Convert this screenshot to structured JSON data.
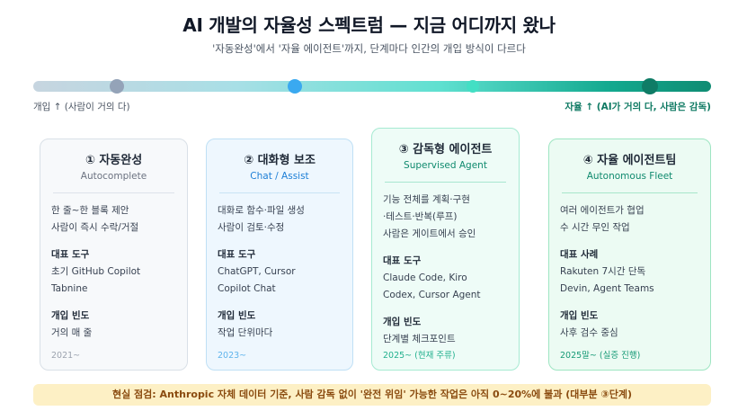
{
  "header": {
    "title": "AI 개발의 자율성 스펙트럼 — 지금 어디까지 왔나",
    "subtitle": "'자동완성'에서 '자율 에이전트'까지, 단계마다 인간의 개입 방식이 다르다"
  },
  "axis": {
    "left_label": "개입 ↑ (사람이 거의 다)",
    "right_label": "자율 ↑ (AI가 거의 다, 사람은 감독)"
  },
  "stages": [
    {
      "title": "① 자동완성",
      "subtitle": "Autocomplete",
      "desc": [
        "한 줄~한 블록 제안",
        "사람이 즉시 수락/거절"
      ],
      "tools_heading": "대표 도구",
      "tools": [
        "초기 GitHub Copilot",
        "Tabnine"
      ],
      "freq_heading": "개입 빈도",
      "freq": "거의 매 줄",
      "year": "2021~"
    },
    {
      "title": "② 대화형 보조",
      "subtitle": "Chat / Assist",
      "desc": [
        "대화로 함수·파일 생성",
        "사람이 검토·수정"
      ],
      "tools_heading": "대표 도구",
      "tools": [
        "ChatGPT, Cursor",
        "Copilot Chat"
      ],
      "freq_heading": "개입 빈도",
      "freq": "작업 단위마다",
      "year": "2023~"
    },
    {
      "title": "③ 감독형 에이전트",
      "subtitle": "Supervised Agent",
      "desc": [
        "기능 전체를 계획·구현",
        "·테스트·반복(루프)",
        "사람은 게이트에서 승인"
      ],
      "tools_heading": "대표 도구",
      "tools": [
        "Claude Code, Kiro",
        "Codex, Cursor Agent"
      ],
      "freq_heading": "개입 빈도",
      "freq": "단계별 체크포인트",
      "year": "2025~ (현재 주류)"
    },
    {
      "title": "④ 자율 에이전트팀",
      "subtitle": "Autonomous Fleet",
      "desc": [
        "여러 에이전트가 협업",
        "수 시간 무인 작업"
      ],
      "tools_heading": "대표 사례",
      "tools": [
        "Rakuten 7시간 단독",
        "Devin, Agent Teams"
      ],
      "freq_heading": "개입 빈도",
      "freq": "사후 검수 중심",
      "year": "2025말~ (실증 진행)"
    }
  ],
  "note": "현실 점검: Anthropic 자체 데이터 기준, 사람 감독 없이 '완전 위임' 가능한 작업은 아직 0~20%에 불과 (대부분 ③단계)",
  "colors": {
    "track_start": "#c7d5e0",
    "track_end": "#0f8c73",
    "stage1": "#94a3b8",
    "stage2": "#3aa9f0",
    "stage3": "#43dfc4",
    "stage4": "#0f7c66",
    "note_bg": "#fdf0c5",
    "note_text": "#8a4b0f"
  }
}
